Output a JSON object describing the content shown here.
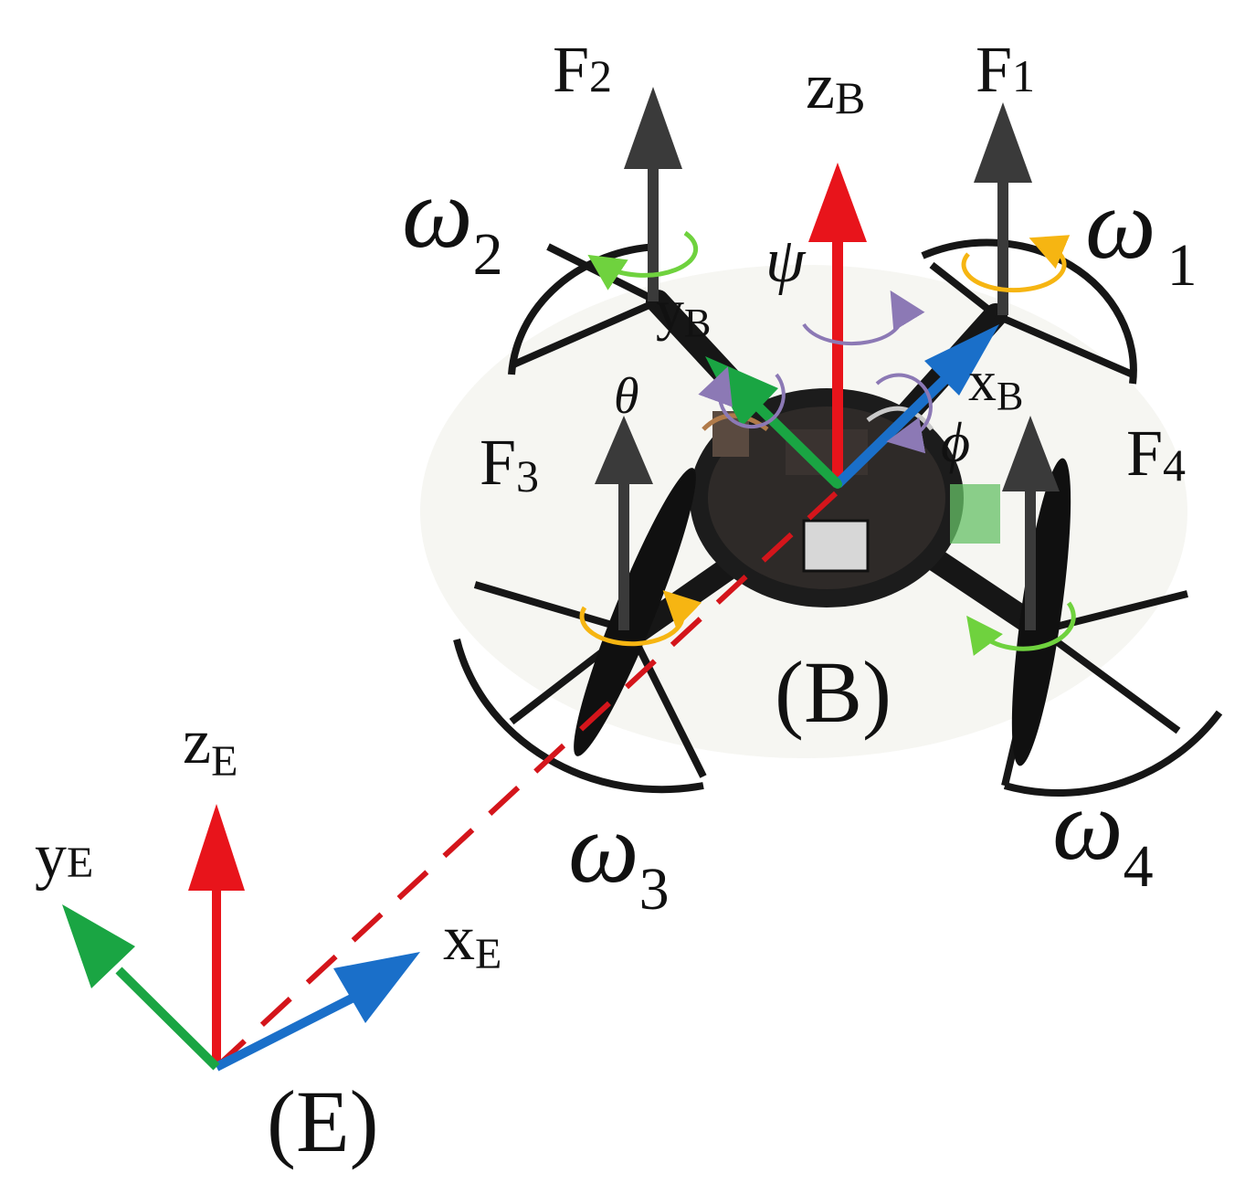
{
  "forces": {
    "f1": {
      "base": "F",
      "sub": "1"
    },
    "f2": {
      "base": "F",
      "sub": "2"
    },
    "f3": {
      "base": "F",
      "sub": "3"
    },
    "f4": {
      "base": "F",
      "sub": "4"
    }
  },
  "rotor_speeds": {
    "w1": {
      "base": "ω",
      "sub": "1"
    },
    "w2": {
      "base": "ω",
      "sub": "2"
    },
    "w3": {
      "base": "ω",
      "sub": "3"
    },
    "w4": {
      "base": "ω",
      "sub": "4"
    }
  },
  "body_frame": {
    "label": "(B)",
    "x": {
      "base": "x",
      "sub": "B"
    },
    "y": {
      "base": "y",
      "sub": "B"
    },
    "z": {
      "base": "z",
      "sub": "B"
    }
  },
  "earth_frame": {
    "label": "(E)",
    "x": {
      "base": "x",
      "sub": "E"
    },
    "y": {
      "base": "y",
      "sub": "E"
    },
    "z": {
      "base": "z",
      "sub": "E"
    }
  },
  "angles": {
    "roll": "ϕ",
    "pitch": "θ",
    "yaw": "ψ"
  },
  "colors": {
    "x_axis": "#1a6fc9",
    "y_axis": "#1aa543",
    "z_axis": "#e8141b",
    "force": "#3a3a3a",
    "spin_cw": "#f6b512",
    "spin_ccw": "#6fd23e",
    "euler": "#8c79b5",
    "position_vector": "#d4151b",
    "frame": "#161616"
  }
}
